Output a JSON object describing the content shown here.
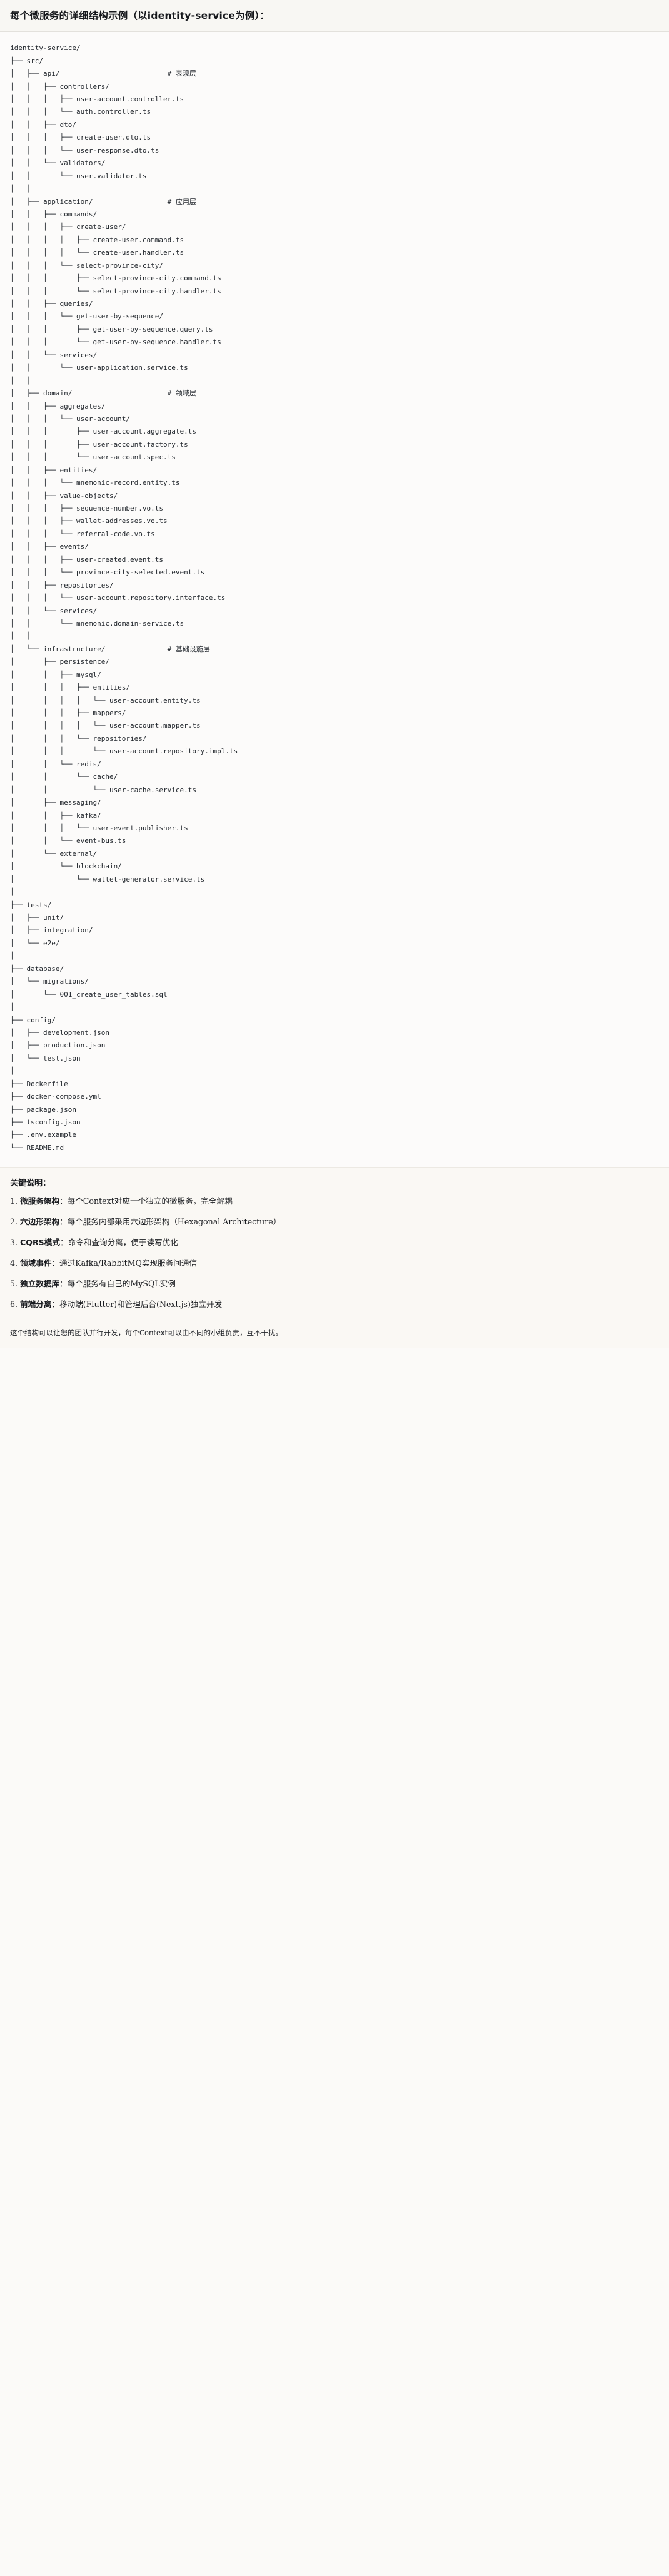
{
  "header": {
    "title": "每个微服务的详细结构示例（以identity-service为例）："
  },
  "tree": {
    "lines": [
      "identity-service/",
      "├── src/",
      "│   ├── api/                          # 表现层",
      "│   │   ├── controllers/",
      "│   │   │   ├── user-account.controller.ts",
      "│   │   │   └── auth.controller.ts",
      "│   │   ├── dto/",
      "│   │   │   ├── create-user.dto.ts",
      "│   │   │   └── user-response.dto.ts",
      "│   │   └── validators/",
      "│   │       └── user.validator.ts",
      "│   │",
      "│   ├── application/                  # 应用层",
      "│   │   ├── commands/",
      "│   │   │   ├── create-user/",
      "│   │   │   │   ├── create-user.command.ts",
      "│   │   │   │   └── create-user.handler.ts",
      "│   │   │   └── select-province-city/",
      "│   │   │       ├── select-province-city.command.ts",
      "│   │   │       └── select-province-city.handler.ts",
      "│   │   ├── queries/",
      "│   │   │   └── get-user-by-sequence/",
      "│   │   │       ├── get-user-by-sequence.query.ts",
      "│   │   │       └── get-user-by-sequence.handler.ts",
      "│   │   └── services/",
      "│   │       └── user-application.service.ts",
      "│   │",
      "│   ├── domain/                       # 领域层",
      "│   │   ├── aggregates/",
      "│   │   │   └── user-account/",
      "│   │   │       ├── user-account.aggregate.ts",
      "│   │   │       ├── user-account.factory.ts",
      "│   │   │       └── user-account.spec.ts",
      "│   │   ├── entities/",
      "│   │   │   └── mnemonic-record.entity.ts",
      "│   │   ├── value-objects/",
      "│   │   │   ├── sequence-number.vo.ts",
      "│   │   │   ├── wallet-addresses.vo.ts",
      "│   │   │   └── referral-code.vo.ts",
      "│   │   ├── events/",
      "│   │   │   ├── user-created.event.ts",
      "│   │   │   └── province-city-selected.event.ts",
      "│   │   ├── repositories/",
      "│   │   │   └── user-account.repository.interface.ts",
      "│   │   └── services/",
      "│   │       └── mnemonic.domain-service.ts",
      "│   │",
      "│   └── infrastructure/               # 基础设施层",
      "│       ├── persistence/",
      "│       │   ├── mysql/",
      "│       │   │   ├── entities/",
      "│       │   │   │   └── user-account.entity.ts",
      "│       │   │   ├── mappers/",
      "│       │   │   │   └── user-account.mapper.ts",
      "│       │   │   └── repositories/",
      "│       │   │       └── user-account.repository.impl.ts",
      "│       │   └── redis/",
      "│       │       └── cache/",
      "│       │           └── user-cache.service.ts",
      "│       ├── messaging/",
      "│       │   ├── kafka/",
      "│       │   │   └── user-event.publisher.ts",
      "│       │   └── event-bus.ts",
      "│       └── external/",
      "│           └── blockchain/",
      "│               └── wallet-generator.service.ts",
      "│",
      "├── tests/",
      "│   ├── unit/",
      "│   ├── integration/",
      "│   └── e2e/",
      "│",
      "├── database/",
      "│   └── migrations/",
      "│       └── 001_create_user_tables.sql",
      "│",
      "├── config/",
      "│   ├── development.json",
      "│   ├── production.json",
      "│   └── test.json",
      "│",
      "├── Dockerfile",
      "├── docker-compose.yml",
      "├── package.json",
      "├── tsconfig.json",
      "├── .env.example",
      "└── README.md"
    ]
  },
  "keys": {
    "title": "关键说明：",
    "items": [
      {
        "num": "1.",
        "term": "微服务架构",
        "sep": "：",
        "desc": "每个Context对应一个独立的微服务，完全解耦"
      },
      {
        "num": "2.",
        "term": "六边形架构",
        "sep": "：",
        "desc": "每个服务内部采用六边形架构（Hexagonal Architecture）"
      },
      {
        "num": "3.",
        "term": "CQRS模式",
        "sep": "：",
        "desc": "命令和查询分离，便于读写优化"
      },
      {
        "num": "4.",
        "term": "领域事件",
        "sep": "：",
        "desc": "通过Kafka/RabbitMQ实现服务间通信"
      },
      {
        "num": "5.",
        "term": "独立数据库",
        "sep": "：",
        "desc": "每个服务有自己的MySQL实例"
      },
      {
        "num": "6.",
        "term": "前端分离",
        "sep": "：",
        "desc": "移动端(Flutter)和管理后台(Next.js)独立开发"
      }
    ],
    "closing": "这个结构可以让您的团队并行开发，每个Context可以由不同的小组负责，互不干扰。"
  }
}
